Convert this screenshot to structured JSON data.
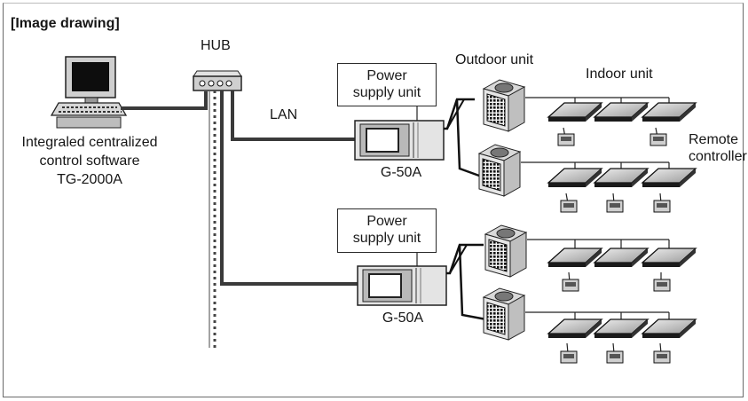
{
  "caption": "[Image drawing]",
  "software": {
    "line1": "Integraled centralized",
    "line2": "control software",
    "line3": "TG-2000A"
  },
  "hub_label": "HUB",
  "lan_label": "LAN",
  "outdoor_label": "Outdoor unit",
  "indoor_label": "Indoor unit",
  "remote_label": {
    "line1": "Remote",
    "line2": "controller"
  },
  "groups": [
    {
      "psu_line1": "Power",
      "psu_line2": "supply unit",
      "controller_label": "G-50A"
    },
    {
      "psu_line1": "Power",
      "psu_line2": "supply unit",
      "controller_label": "G-50A"
    }
  ]
}
